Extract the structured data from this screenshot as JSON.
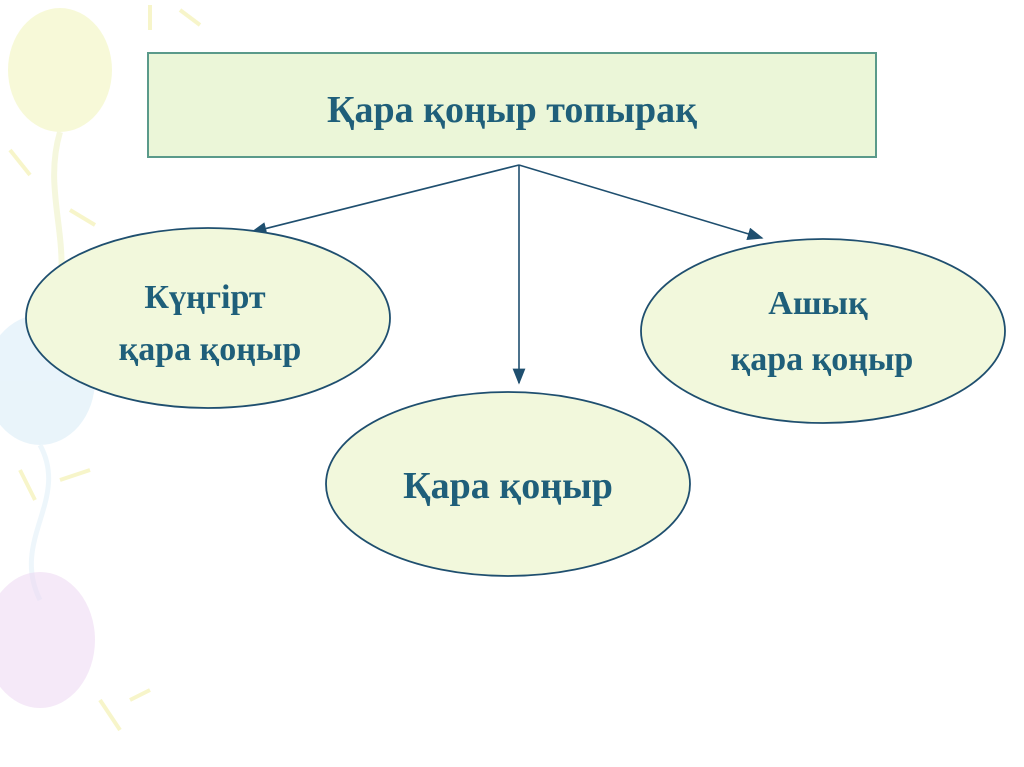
{
  "diagram": {
    "root": {
      "label": "Қара қоңыр топырақ",
      "fill": "#ebf6d8",
      "stroke": "#5a9a8a"
    },
    "children": [
      {
        "id": "left",
        "lines": [
          "Күңгірт",
          "қара қоңыр"
        ]
      },
      {
        "id": "center",
        "lines": [
          "Қара қоңыр"
        ]
      },
      {
        "id": "right",
        "lines": [
          "Ашық",
          "қара қоңыр"
        ]
      }
    ],
    "ellipse_fill": "#f2f8dc",
    "ellipse_stroke": "#1f4f6f",
    "arrow_color": "#1f4f6f",
    "text_color": "#1f5f7a"
  },
  "background": {
    "decor_icons": [
      "balloon-icon",
      "star-icon"
    ],
    "colors": [
      "#f4f6c9",
      "#d9ecf7",
      "#f0d9f3"
    ]
  }
}
